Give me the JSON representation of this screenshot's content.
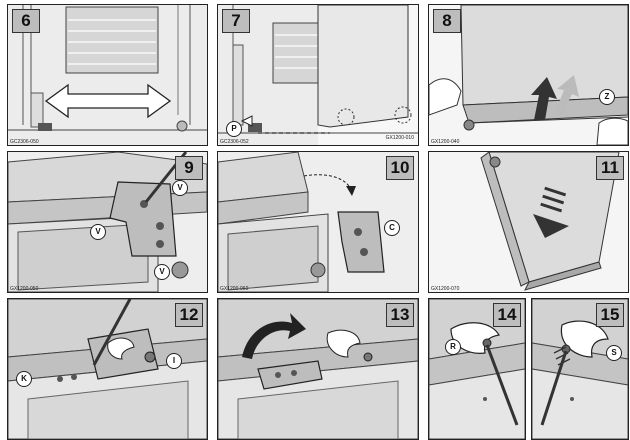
{
  "steps": [
    {
      "number": "6",
      "code": "GC2306-050"
    },
    {
      "number": "7",
      "code": "GC2306-052",
      "code2": "GX1200-010"
    },
    {
      "number": "8",
      "code": "GX1200-040"
    },
    {
      "number": "9",
      "code": "GX1200-050"
    },
    {
      "number": "10",
      "code": "GX1200-060"
    },
    {
      "number": "11",
      "code": "GX1200-070"
    },
    {
      "number": "12",
      "code": ""
    },
    {
      "number": "13",
      "code": ""
    },
    {
      "number": "14",
      "code": ""
    },
    {
      "number": "15",
      "code": ""
    }
  ],
  "callouts": {
    "p": "P",
    "z": "Z",
    "v1": "V",
    "v2": "V",
    "v3": "V",
    "c": "C",
    "k": "K",
    "i": "I",
    "r": "R",
    "s": "S"
  }
}
